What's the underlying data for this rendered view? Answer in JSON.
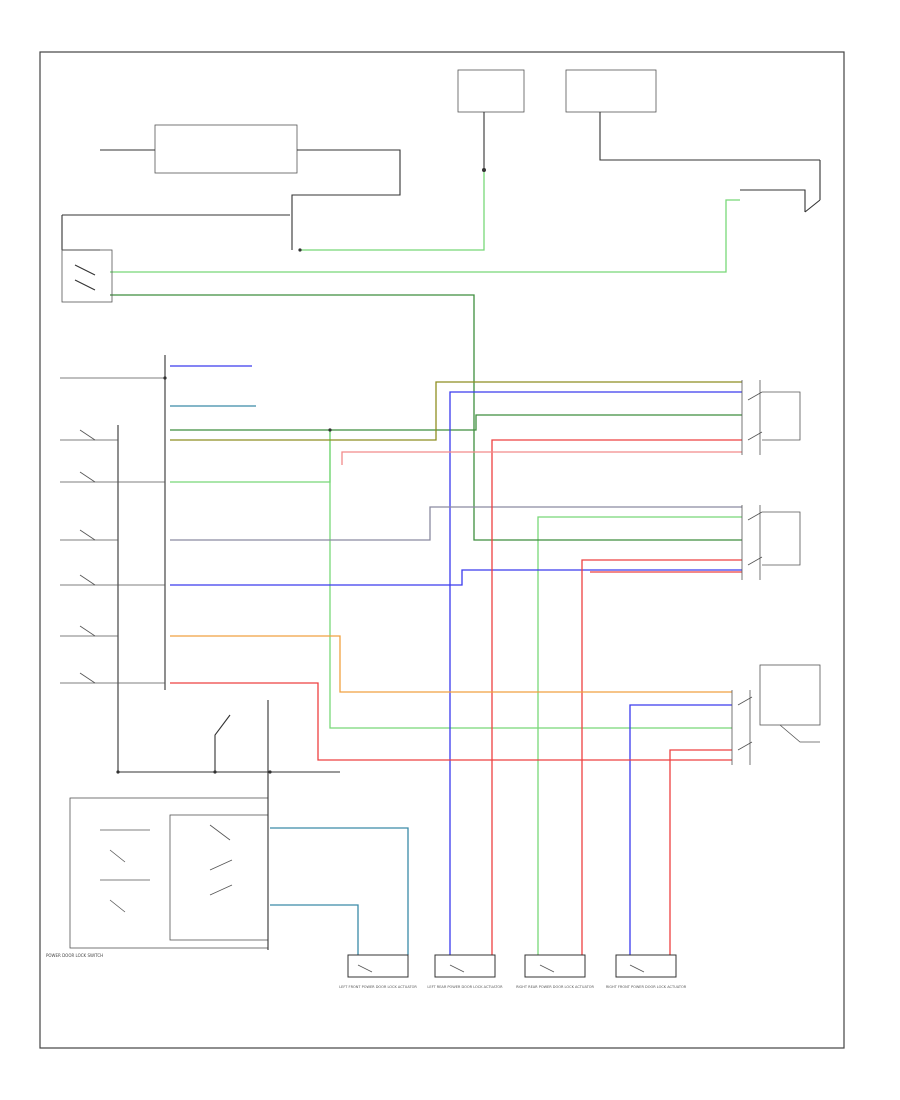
{
  "page_label": "",
  "module_label": "POWER DOOR LOCK SWITCH",
  "colors": {
    "green": "#78d878",
    "darkgreen": "#3e8e3e",
    "blue": "#3a3aee",
    "red": "#ee4040",
    "lightred": "#f28a8a",
    "orange": "#f0a040",
    "olive": "#8e8e20",
    "teal": "#3a8aa8",
    "grey": "#8a8aa0"
  },
  "actuators": [
    {
      "id": "lf",
      "label": "LEFT FRONT POWER DOOR LOCK ACTUATOR"
    },
    {
      "id": "lr",
      "label": "LEFT REAR POWER DOOR LOCK ACTUATOR"
    },
    {
      "id": "rr",
      "label": "RIGHT REAR POWER DOOR LOCK ACTUATOR"
    },
    {
      "id": "rf",
      "label": "RIGHT FRONT POWER DOOR LOCK ACTUATOR"
    }
  ]
}
